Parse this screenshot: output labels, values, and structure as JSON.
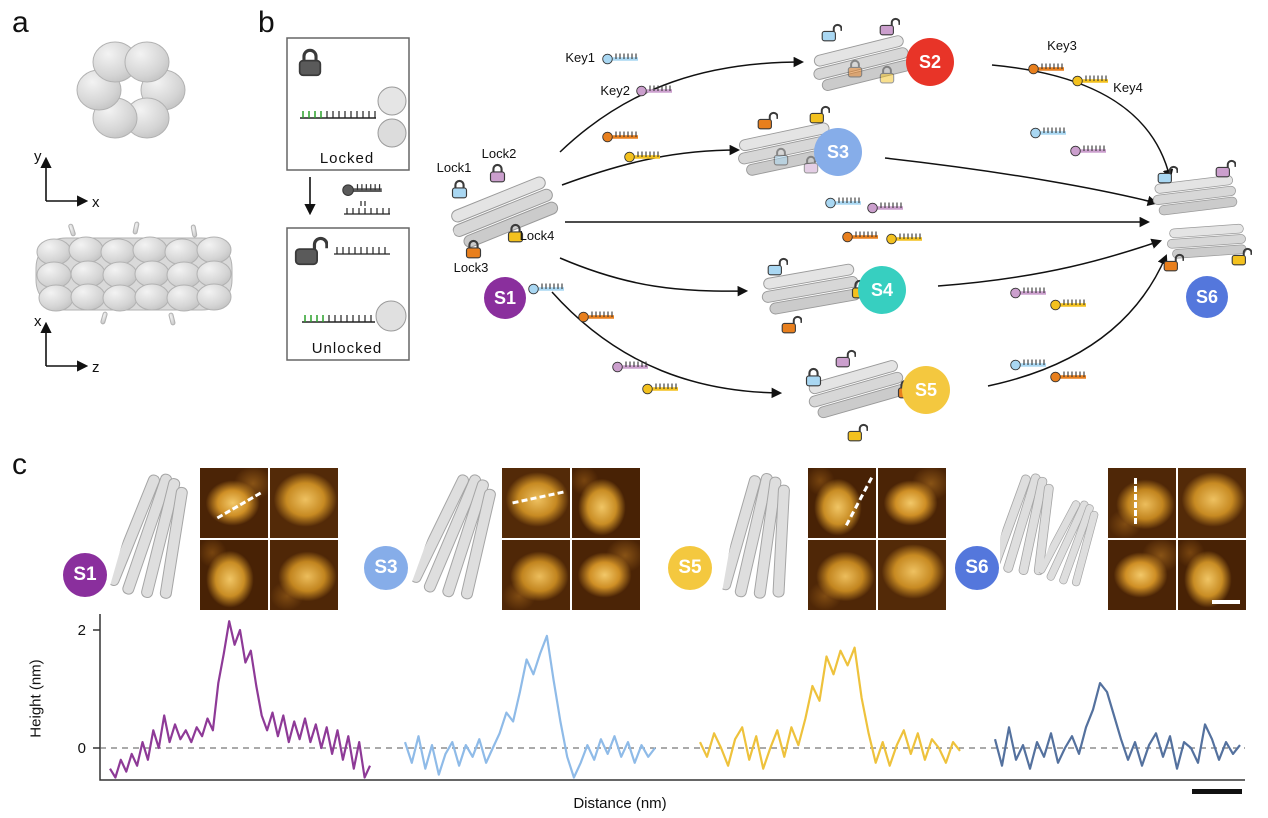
{
  "figure": {
    "panel_labels": {
      "a": "a",
      "b": "b",
      "c": "c"
    }
  },
  "panel_a": {
    "top_view_axes": {
      "vertical": "y",
      "horizontal": "x"
    },
    "side_view_axes": {
      "vertical": "x",
      "horizontal": "z"
    }
  },
  "panel_b": {
    "lock_schematic": {
      "locked_label": "Locked",
      "unlocked_label": "Unlocked",
      "toehold_color": "#2ca02c"
    },
    "locks": [
      {
        "label": "Lock1",
        "color": "#a9d7f2"
      },
      {
        "label": "Lock2",
        "color": "#cb9fcd"
      },
      {
        "label": "Lock3",
        "color": "#e87f1d"
      },
      {
        "label": "Lock4",
        "color": "#f3c11e"
      }
    ],
    "keys": [
      {
        "label": "Key1",
        "color": "#a9d7f2"
      },
      {
        "label": "Key2",
        "color": "#cb9fcd"
      },
      {
        "label": "Key3",
        "color": "#e87f1d"
      },
      {
        "label": "Key4",
        "color": "#f3c11e"
      }
    ],
    "states": [
      {
        "id": "S1",
        "color": "#8a2f9d"
      },
      {
        "id": "S2",
        "color": "#e83428"
      },
      {
        "id": "S3",
        "color": "#86ade9"
      },
      {
        "id": "S4",
        "color": "#37cfc0"
      },
      {
        "id": "S5",
        "color": "#f4c83f"
      },
      {
        "id": "S6",
        "color": "#5477dc"
      }
    ]
  },
  "panel_c": {
    "states": [
      {
        "id": "S1",
        "color": "#8a2f9d"
      },
      {
        "id": "S3",
        "color": "#86ade9"
      },
      {
        "id": "S5",
        "color": "#f4c83f"
      },
      {
        "id": "S6",
        "color": "#5477dc"
      }
    ]
  },
  "chart_data": {
    "type": "line",
    "title": "",
    "xlabel": "Distance (nm)",
    "ylabel": "Height (nm)",
    "yticks": [
      "0",
      "2"
    ],
    "ylim": [
      -0.6,
      2.3
    ],
    "grid": false,
    "zero_baseline_dashed": true,
    "scale_bar": "unlabeled",
    "series": [
      {
        "name": "S1",
        "color": "#8e3a97",
        "values": [
          -0.35,
          -0.5,
          -0.2,
          -0.4,
          -0.1,
          -0.3,
          0.1,
          -0.2,
          0.3,
          0.0,
          0.55,
          0.1,
          0.4,
          0.15,
          0.3,
          0.1,
          0.35,
          0.2,
          0.5,
          0.3,
          1.1,
          1.6,
          2.15,
          1.75,
          2.0,
          1.45,
          1.65,
          1.05,
          0.55,
          0.3,
          0.6,
          0.2,
          0.55,
          0.1,
          0.45,
          0.15,
          0.5,
          0.1,
          0.4,
          0.0,
          0.35,
          -0.1,
          0.3,
          -0.2,
          0.2,
          -0.35,
          0.1,
          -0.5,
          -0.3
        ]
      },
      {
        "name": "S3",
        "color": "#8fbbe8",
        "values": [
          0.1,
          -0.25,
          0.2,
          -0.35,
          0.05,
          -0.45,
          -0.1,
          0.1,
          -0.3,
          0.05,
          -0.15,
          0.15,
          -0.25,
          0.0,
          0.25,
          0.6,
          0.45,
          0.95,
          1.5,
          1.25,
          1.6,
          1.9,
          1.15,
          0.45,
          -0.15,
          -0.5,
          -0.25,
          0.05,
          -0.2,
          0.15,
          -0.1,
          0.2,
          -0.15,
          0.1,
          -0.25,
          0.05,
          -0.15,
          0.0
        ]
      },
      {
        "name": "S5",
        "color": "#eec23c",
        "values": [
          0.1,
          -0.15,
          0.25,
          0.0,
          -0.3,
          0.15,
          0.35,
          -0.2,
          0.2,
          -0.35,
          0.0,
          0.3,
          -0.15,
          0.35,
          0.05,
          0.5,
          1.05,
          0.8,
          1.55,
          1.25,
          1.65,
          1.4,
          1.7,
          0.85,
          0.25,
          -0.25,
          0.1,
          -0.3,
          0.05,
          0.3,
          -0.1,
          0.25,
          -0.2,
          0.15,
          0.0,
          -0.25,
          0.1,
          -0.05
        ]
      },
      {
        "name": "S6",
        "color": "#54719e",
        "values": [
          0.15,
          -0.3,
          0.35,
          -0.2,
          0.05,
          -0.35,
          0.1,
          -0.15,
          0.25,
          -0.25,
          0.0,
          0.2,
          -0.1,
          0.35,
          0.65,
          1.1,
          0.95,
          0.55,
          0.15,
          -0.2,
          0.1,
          -0.3,
          0.05,
          0.25,
          -0.15,
          0.2,
          -0.35,
          0.1,
          0.0,
          -0.25,
          0.4,
          0.15,
          -0.2,
          0.1,
          -0.1,
          0.05
        ]
      }
    ]
  }
}
